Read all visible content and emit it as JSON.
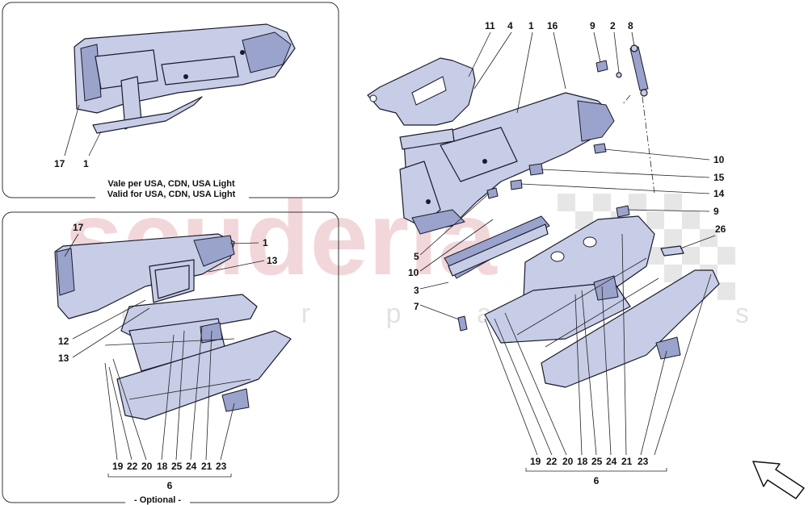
{
  "watermark": {
    "brand": "scuderia",
    "sub": "c a r p a r t s"
  },
  "top_left_panel": {
    "caption_it": "Vale per USA, CDN, USA Light",
    "caption_en": "Valid for USA, CDN, USA Light",
    "labels": {
      "l17": "17",
      "l1": "1"
    }
  },
  "bottom_left_panel": {
    "caption": "- Optional -",
    "labels": {
      "l17": "17",
      "l1": "1",
      "l13a": "13",
      "l12": "12",
      "l13b": "13",
      "l19": "19",
      "l22": "22",
      "l20": "20",
      "l18": "18",
      "l25": "25",
      "l24": "24",
      "l21": "21",
      "l23": "23",
      "l6": "6"
    }
  },
  "main_diagram": {
    "labels": {
      "l11": "11",
      "l4": "4",
      "l1": "1",
      "l16": "16",
      "l9a": "9",
      "l2": "2",
      "l8": "8",
      "l10a": "10",
      "l15": "15",
      "l14": "14",
      "l9b": "9",
      "l26": "26",
      "l5": "5",
      "l10b": "10",
      "l3": "3",
      "l7": "7",
      "l19": "19",
      "l22": "22",
      "l20": "20",
      "l18": "18",
      "l25": "25",
      "l24": "24",
      "l21": "21",
      "l23": "23",
      "l6": "6"
    }
  },
  "colors": {
    "part_fill": "#c7cde6",
    "part_dark": "#9aa3cc",
    "watermark_red": "#e8b8bc"
  }
}
